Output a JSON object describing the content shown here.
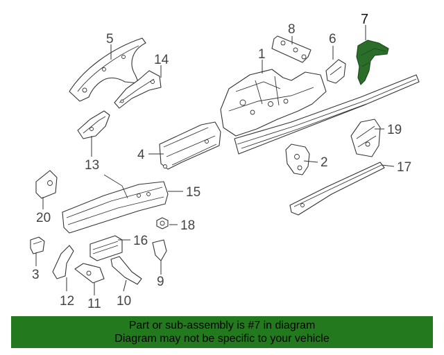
{
  "diagram": {
    "callouts": [
      {
        "id": "1",
        "label": "1"
      },
      {
        "id": "2",
        "label": "2"
      },
      {
        "id": "3",
        "label": "3"
      },
      {
        "id": "4",
        "label": "4"
      },
      {
        "id": "5",
        "label": "5"
      },
      {
        "id": "6",
        "label": "6"
      },
      {
        "id": "7",
        "label": "7"
      },
      {
        "id": "8",
        "label": "8"
      },
      {
        "id": "9",
        "label": "9"
      },
      {
        "id": "10",
        "label": "10"
      },
      {
        "id": "11",
        "label": "11"
      },
      {
        "id": "12",
        "label": "12"
      },
      {
        "id": "13",
        "label": "13"
      },
      {
        "id": "14",
        "label": "14"
      },
      {
        "id": "15",
        "label": "15"
      },
      {
        "id": "16",
        "label": "16"
      },
      {
        "id": "17",
        "label": "17"
      },
      {
        "id": "18",
        "label": "18"
      },
      {
        "id": "19",
        "label": "19"
      },
      {
        "id": "20",
        "label": "20"
      }
    ],
    "highlighted_part": "7",
    "highlight_color": "#2a6e2a"
  },
  "banner": {
    "line1": "Part or sub-assembly is #7 in diagram",
    "line2": "Diagram may not be specific to your vehicle",
    "background": "#237a1e"
  }
}
